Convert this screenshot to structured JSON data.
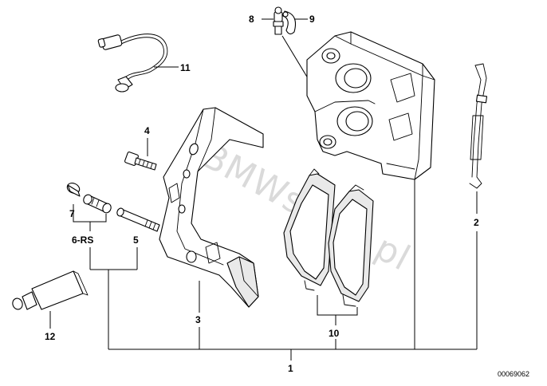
{
  "watermark": "BMWstore.pl",
  "diagram_id": "00069062",
  "labels": {
    "p1": "1",
    "p2": "2",
    "p3": "3",
    "p4": "4",
    "p5": "5",
    "p6": "6-RS",
    "p7": "7",
    "p8": "8",
    "p9": "9",
    "p10": "10",
    "p11": "11",
    "p12": "12"
  }
}
